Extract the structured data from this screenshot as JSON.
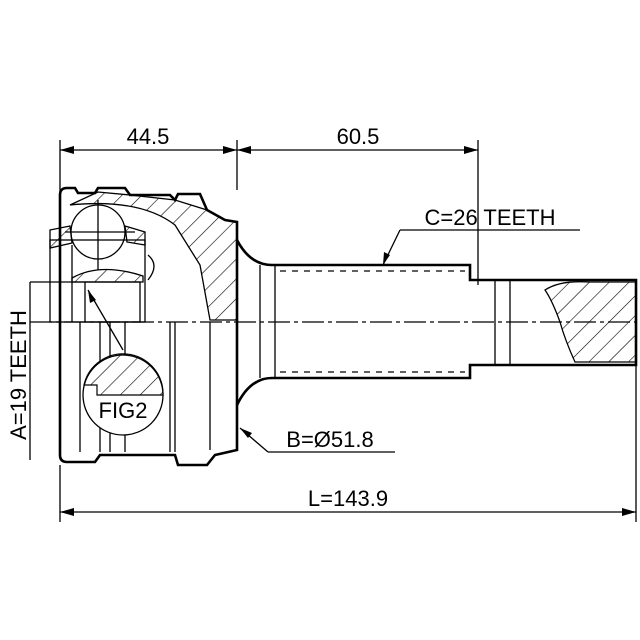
{
  "dimensions": {
    "outer_joint_length": "44.5",
    "shaft_length": "60.5",
    "total_length": "L=143.9",
    "abs_ring_diameter": "B=Ø51.8",
    "outer_spline_teeth": "C=26 TEETH",
    "inner_spline_teeth": "A=19 TEETH",
    "detail_label": "FIG2"
  },
  "colors": {
    "line": "#000000",
    "background": "#ffffff"
  }
}
